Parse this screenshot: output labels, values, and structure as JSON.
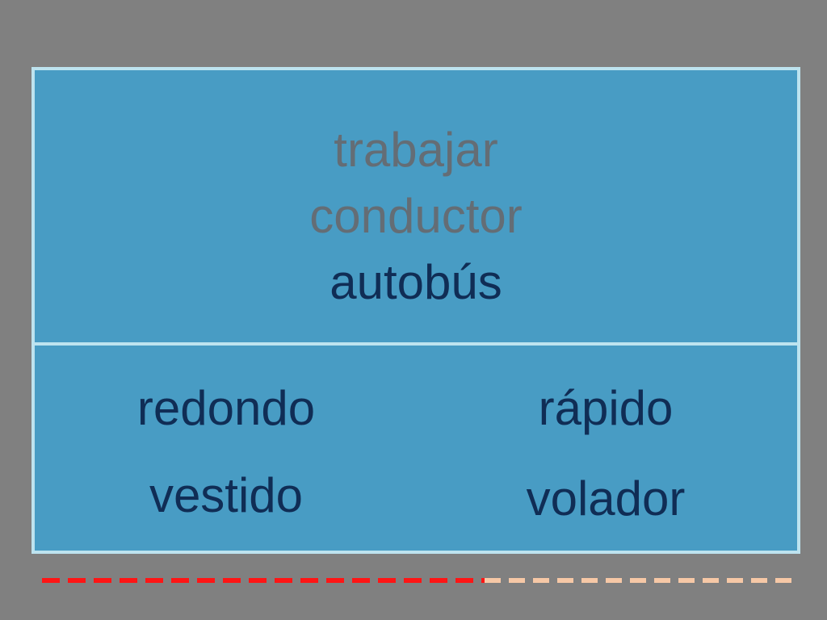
{
  "prompt": {
    "words": [
      {
        "text": "trabajar",
        "state": "dim"
      },
      {
        "text": "conductor",
        "state": "dim"
      },
      {
        "text": "autobús",
        "state": "active"
      }
    ]
  },
  "options": [
    {
      "text": "redondo"
    },
    {
      "text": "rápido"
    },
    {
      "text": "vestido"
    },
    {
      "text": "volador"
    }
  ],
  "progress": {
    "completed_fraction": 0.59
  },
  "colors": {
    "background": "#808080",
    "card": "#489cc4",
    "card_border": "#bde3ef",
    "dim_text": "#646d75",
    "active_text": "#102d55",
    "progress_done": "#ff1515",
    "progress_remaining": "#f6c8a6"
  }
}
